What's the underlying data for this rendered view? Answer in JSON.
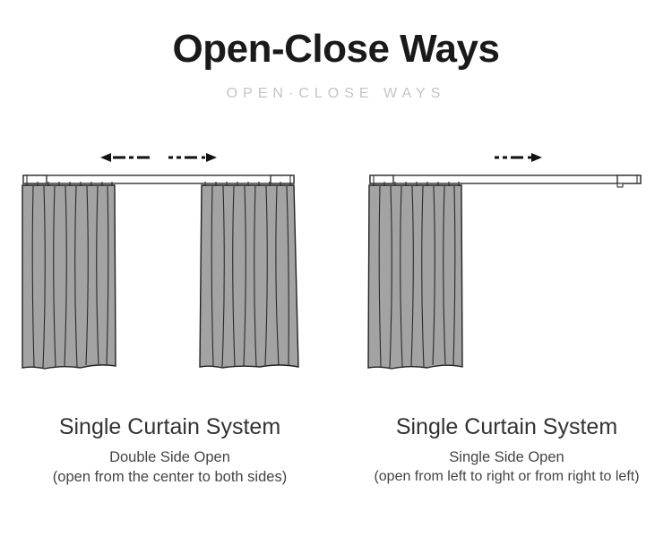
{
  "header": {
    "title": "Open-Close Ways",
    "subtitle": "OPEN·CLOSE WAYS"
  },
  "panels": [
    {
      "title": "Single Curtain System",
      "mode": "Double Side Open",
      "description": "(open from the center to both sides)"
    },
    {
      "title": "Single Curtain System",
      "mode": "Single Side Open",
      "description": "(open from left to right or from right to left)"
    }
  ],
  "colors": {
    "curtain_fill": "#a3a3a3",
    "outline": "#222222",
    "title": "#1a1a1a",
    "subtitle": "#c4c4c4"
  }
}
